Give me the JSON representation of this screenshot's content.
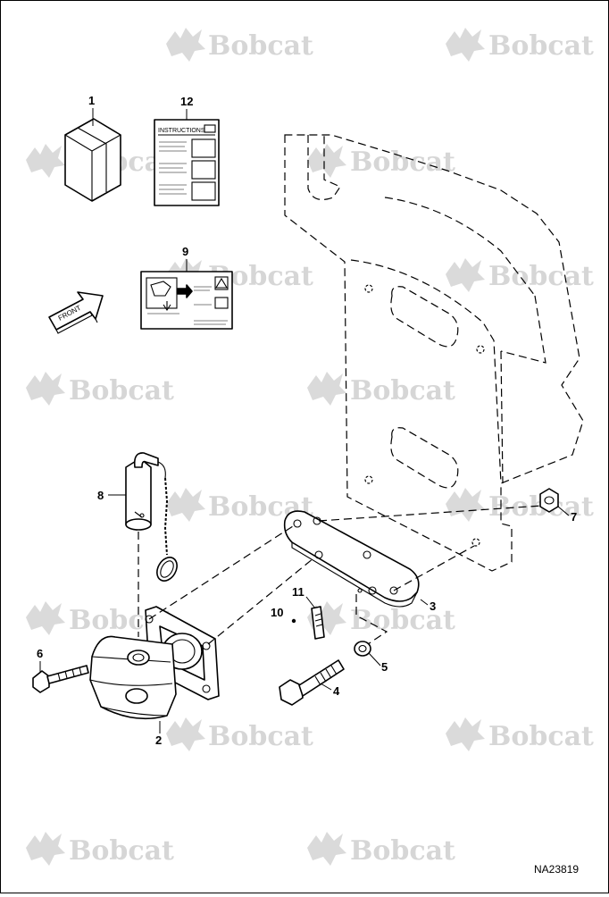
{
  "watermark": {
    "brand": "Bobcat"
  },
  "drawing_number": "NA23819",
  "direction_label": "FRONT",
  "decal_instructions": {
    "title": "INSTRUCTIONS"
  },
  "callouts": {
    "c1": "1",
    "c2": "2",
    "c3": "3",
    "c4": "4",
    "c5": "5",
    "c6": "6",
    "c7": "7",
    "c8": "8",
    "c9": "9",
    "c10": "10",
    "c11": "11",
    "c12": "12"
  },
  "colors": {
    "line": "#000000",
    "watermark": "#d6d6d6",
    "background": "#ffffff"
  }
}
